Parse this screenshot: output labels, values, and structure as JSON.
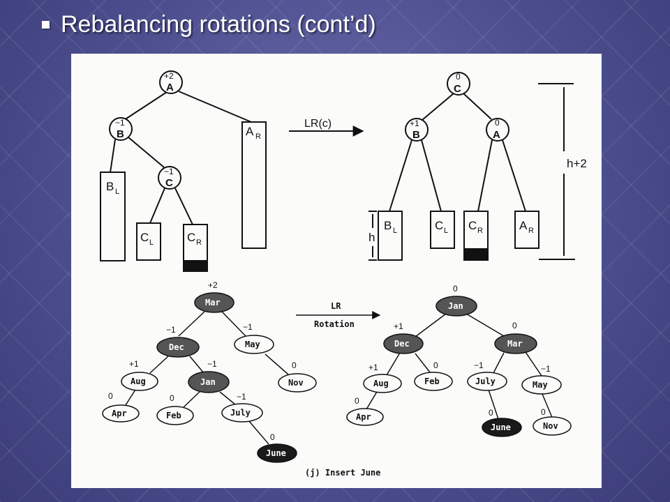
{
  "slide": {
    "title": "Rebalancing rotations (cont’d)"
  },
  "top_diagram": {
    "arrow_label": "LR(c)",
    "before": {
      "A": {
        "name": "A",
        "bf": "+2"
      },
      "B": {
        "name": "B",
        "bf": "−1"
      },
      "C": {
        "name": "C",
        "bf": "−1"
      },
      "subtrees": [
        {
          "main": "B",
          "sub": "L"
        },
        {
          "main": "C",
          "sub": "L"
        },
        {
          "main": "C",
          "sub": "R"
        },
        {
          "main": "A",
          "sub": "R"
        }
      ]
    },
    "after": {
      "C": {
        "name": "C",
        "bf": "0"
      },
      "B": {
        "name": "B",
        "bf": "+1"
      },
      "A": {
        "name": "A",
        "bf": "0"
      },
      "subtrees": [
        {
          "main": "B",
          "sub": "L"
        },
        {
          "main": "C",
          "sub": "L"
        },
        {
          "main": "C",
          "sub": "R"
        },
        {
          "main": "A",
          "sub": "R"
        }
      ],
      "height_total": "h+2",
      "height_subtree": "h"
    }
  },
  "bottom_diagram": {
    "arrow_label_1": "LR",
    "arrow_label_2": "Rotation",
    "caption": "(j) Insert June",
    "before": {
      "Mar": {
        "name": "Mar",
        "bf": "+2"
      },
      "Dec": {
        "name": "Dec",
        "bf": "−1"
      },
      "May": {
        "name": "May",
        "bf": "−1"
      },
      "Aug": {
        "name": "Aug",
        "bf": "+1"
      },
      "Jan": {
        "name": "Jan",
        "bf": "−1"
      },
      "Nov": {
        "name": "Nov",
        "bf": "0"
      },
      "Apr": {
        "name": "Apr",
        "bf": "0"
      },
      "Feb": {
        "name": "Feb",
        "bf": "0"
      },
      "July": {
        "name": "July",
        "bf": "−1"
      },
      "June": {
        "name": "June",
        "bf": "0"
      }
    },
    "after": {
      "Jan": {
        "name": "Jan",
        "bf": "0"
      },
      "Dec": {
        "name": "Dec",
        "bf": "+1"
      },
      "Mar": {
        "name": "Mar",
        "bf": "0"
      },
      "Aug": {
        "name": "Aug",
        "bf": "+1"
      },
      "Feb": {
        "name": "Feb",
        "bf": "0"
      },
      "July": {
        "name": "July",
        "bf": "−1"
      },
      "May": {
        "name": "May",
        "bf": "−1"
      },
      "Apr": {
        "name": "Apr",
        "bf": "0"
      },
      "June": {
        "name": "June",
        "bf": "0"
      },
      "Nov": {
        "name": "Nov",
        "bf": "0"
      }
    }
  },
  "colors": {
    "slide_background": "#4d4f8f",
    "title_text": "#ffffff",
    "figure_background": "#fbfbfa",
    "node_dark": "#555555",
    "node_black": "#1a1a1a",
    "line": "#111111"
  }
}
